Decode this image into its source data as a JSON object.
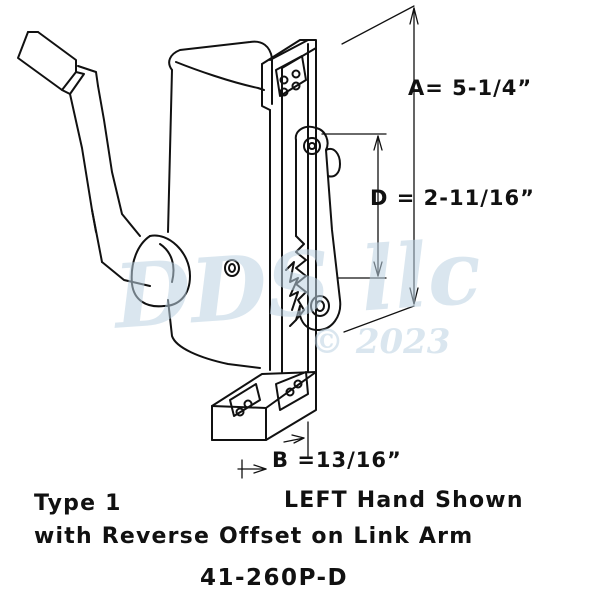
{
  "dimensions": {
    "a": "A= 5-1/4”",
    "d": "D = 2-11/16”",
    "b": "B =13/16”"
  },
  "caption": {
    "type": "Type 1",
    "hand": "LEFT Hand Shown",
    "note": "with Reverse Offset on Link Arm"
  },
  "part_number": "41-260P-D",
  "watermark": {
    "brand": "DDS llc",
    "year": "© 2023"
  },
  "colors": {
    "line": "#111111",
    "watermark": "#bdd3e2"
  }
}
